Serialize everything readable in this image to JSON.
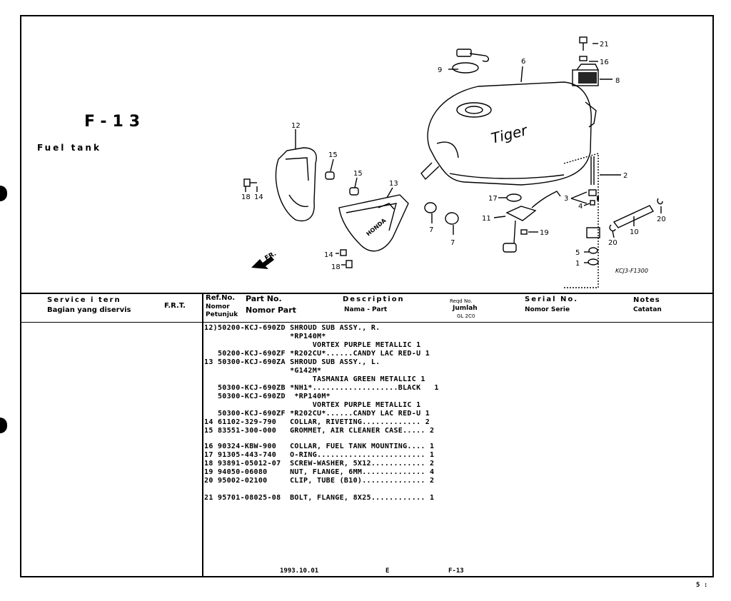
{
  "sheet": {
    "id": "F-13",
    "title": "Fuel tank"
  },
  "diagram": {
    "callouts": [
      "21",
      "16",
      "8",
      "9",
      "6",
      "2",
      "12",
      "15",
      "15",
      "13",
      "18",
      "14",
      "17",
      "3",
      "4",
      "20",
      "20",
      "10",
      "11",
      "19",
      "7",
      "7",
      "5",
      "1",
      "14",
      "18"
    ],
    "front_label": "FR.",
    "drawing_code": "KCJ3-F1300",
    "brand_text": "Tiger",
    "shroud_text": "HONDA"
  },
  "table_header": {
    "service_item": "Service    i tern",
    "service_item_id": "Bagian yang diservis",
    "frt": "F.R.T.",
    "refno": "Ref.No.",
    "refno_id_1": "Nomor",
    "refno_id_2": "Petunjuk",
    "partno": "Part  No.",
    "partno_id": "Nomor Part",
    "description": "Description",
    "description_id": "Nama - Part",
    "reqd": "Reqd   No.",
    "reqd_id": "Jumlah",
    "reqd_model": "GL 2C0",
    "serial": "Serial  No.",
    "serial_id": "Nomor  Serie",
    "notes": "Notes",
    "notes_id": "Catatan"
  },
  "rows": [
    "12)50200-KCJ-690ZD SHROUD SUB ASSY., R.",
    "                   *RP140M*",
    "                        VORTEX PURPLE METALLIC 1",
    "   50200-KCJ-690ZF *R202CU*......CANDY LAC RED-U 1",
    "13 50300-KCJ-690ZA SHROUD SUB ASSY., L.",
    "                   *G142M*",
    "                        TASMANIA GREEN METALLIC 1",
    "   50300-KCJ-690ZB *NH1*...................BLACK   1",
    "   50300-KCJ-690ZD  *RP140M*",
    "                        VORTEX PURPLE METALLIC 1",
    "   50300-KCJ-690ZF *R202CU*......CANDY LAC RED-U 1",
    "14 61102-329-790   COLLAR, RIVETING............. 2",
    "15 83551-300-000   GROMMET, AIR CLEANER CASE..... 2",
    "",
    "16 90324-KBW-900   COLLAR, FUEL TANK MOUNTING.... 1",
    "17 91305-443-740   O-RING........................ 1",
    "18 93891-05012-07  SCREW-WASHER, 5X12............ 2",
    "19 94050-06080     NUT, FLANGE, 6MM.............. 4",
    "20 95002-02100     CLIP, TUBE (B10).............. 2",
    "",
    "21 95701-08025-08  BOLT, FLANGE, 8X25............ 1"
  ],
  "footer": {
    "date": "1993.10.01",
    "edition": "E",
    "code": "F-13",
    "page": "5 :"
  }
}
